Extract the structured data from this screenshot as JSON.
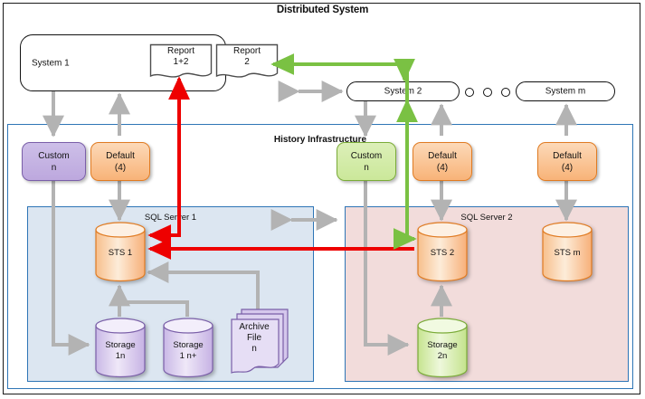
{
  "diagram": {
    "title": "Distributed System",
    "panels": {
      "history": "History Infrastructure",
      "sql1": "SQL Server 1",
      "sql2": "SQL Server 2"
    },
    "systems": [
      {
        "id": "system-1",
        "label": "System 1"
      },
      {
        "id": "system-2",
        "label": "System 2"
      },
      {
        "id": "system-m",
        "label": "System m"
      }
    ],
    "ellipsis_dots": 3,
    "reports": [
      {
        "id": "report-1-2",
        "line1": "Report",
        "line2": "1+2"
      },
      {
        "id": "report-2",
        "line1": "Report",
        "line2": "2"
      }
    ],
    "apps": [
      {
        "id": "custom-n-left",
        "line1": "Custom",
        "line2": "n",
        "color": "purple"
      },
      {
        "id": "default-4-s1",
        "line1": "Default",
        "line2": "(4)",
        "color": "orange"
      },
      {
        "id": "custom-n-right",
        "line1": "Custom",
        "line2": "n",
        "color": "green"
      },
      {
        "id": "default-4-s2",
        "line1": "Default",
        "line2": "(4)",
        "color": "orange"
      },
      {
        "id": "default-4-sm",
        "line1": "Default",
        "line2": "(4)",
        "color": "orange"
      }
    ],
    "sts": [
      {
        "id": "sts-1",
        "label": "STS 1",
        "color": "orange"
      },
      {
        "id": "sts-2",
        "label": "STS 2",
        "color": "orange"
      },
      {
        "id": "sts-m",
        "label": "STS m",
        "color": "orange"
      }
    ],
    "storage": [
      {
        "id": "storage-1n",
        "line1": "Storage",
        "line2": "1n",
        "color": "purple"
      },
      {
        "id": "storage-1np",
        "line1": "Storage",
        "line2": "1 n+",
        "color": "purple"
      },
      {
        "id": "storage-2n",
        "line1": "Storage",
        "line2": "2n",
        "color": "green"
      }
    ],
    "archive": {
      "id": "archive-file-n",
      "line1": "Archive",
      "line2": "File",
      "line3": "n",
      "color": "purple"
    },
    "colors": {
      "frame_border": "#1a1a1a",
      "panel_border": "#2e75b6",
      "sql1_fill": "#dce6f1",
      "sql2_fill": "#f2dcdb",
      "connector_gray": "#b3b3b3",
      "flow_red": "#ee0000",
      "flow_green": "#7ac143",
      "purple_fill": "#cdbfe8",
      "orange_fill": "#fcd9b8",
      "green_fill": "#dcefb8"
    }
  }
}
